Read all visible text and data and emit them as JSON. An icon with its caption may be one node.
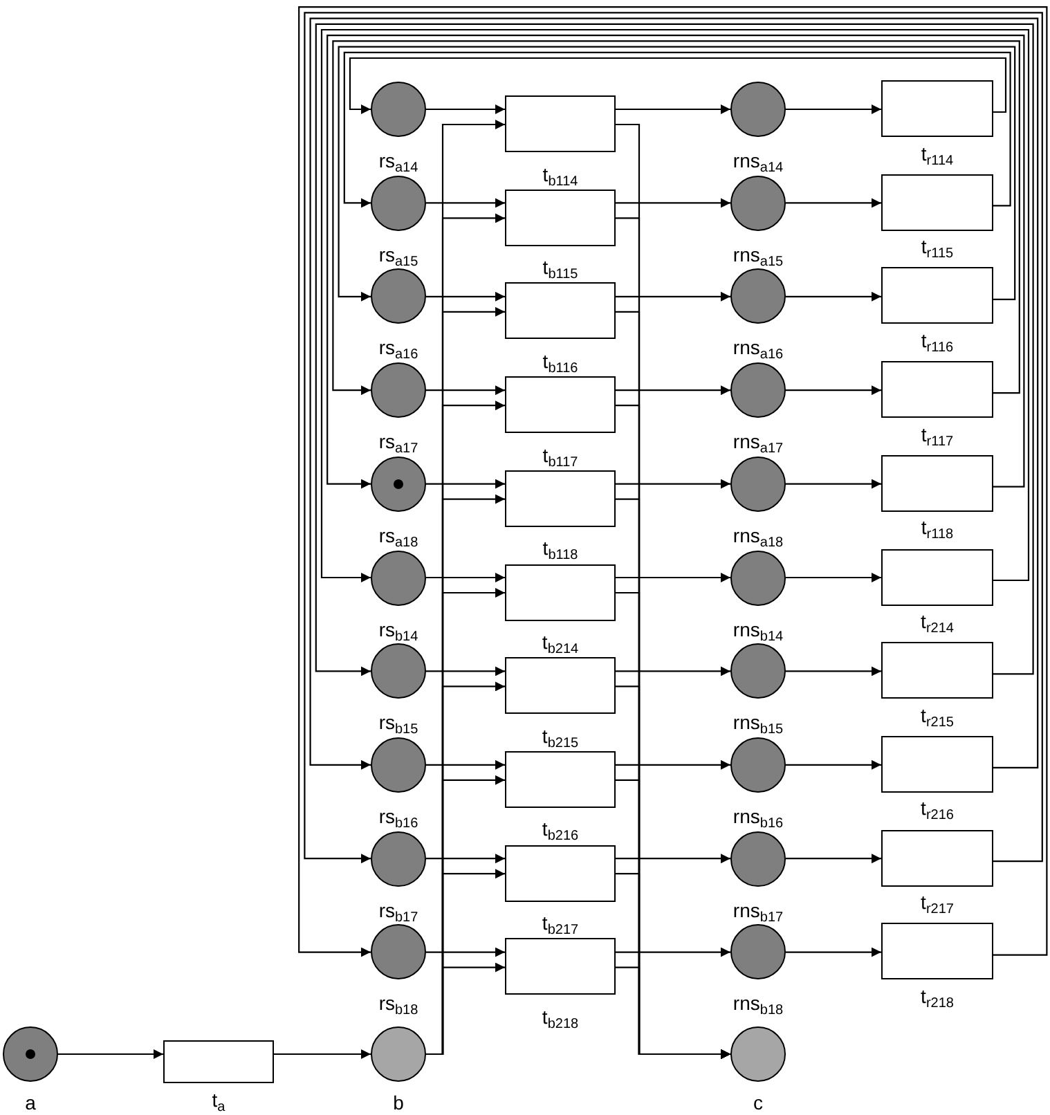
{
  "diagram": {
    "nodes": [
      {
        "text": [
          "rs$_{a14}$"
        ]
      },
      {
        "text": [
          "t$_{b114}$"
        ]
      },
      {
        "text": [
          "rns$_{a14}$"
        ]
      },
      {
        "text": [
          "t$_{r114}$"
        ]
      },
      {
        "text": [
          "rs$_{a15}$"
        ]
      },
      {
        "text": [
          "t$_{b115}$"
        ]
      },
      {
        "text": [
          "rns$_{a15}$"
        ]
      },
      {
        "text": [
          "t$_{r115}$"
        ]
      },
      {
        "text": [
          "rs$_{a16}$"
        ]
      },
      {
        "text": [
          "t$_{b116}$"
        ]
      },
      {
        "text": [
          "rns$_{a16}$"
        ]
      },
      {
        "text": [
          "t$_{r116}$"
        ]
      },
      {
        "text": [
          "rs$_{a17}$"
        ]
      },
      {
        "text": [
          "t$_{b117}$"
        ]
      },
      {
        "text": [
          "rns$_{a17}$"
        ]
      },
      {
        "text": [
          "t$_{r117}$"
        ]
      },
      {
        "text": [
          "rs$_{a18}$"
        ]
      },
      {
        "text": [
          "t$_{b118}$"
        ]
      },
      {
        "text": [
          "rns$_{a18}$"
        ]
      },
      {
        "text": [
          "t$_{r118}$"
        ]
      },
      {
        "text": [
          "rs$_{b14}$"
        ]
      },
      {
        "text": [
          "t$_{b214}$"
        ]
      },
      {
        "text": [
          "rns$_{b14}$"
        ]
      },
      {
        "text": [
          "t$_{r214}$"
        ]
      },
      {
        "text": [
          "rs$_{b15}$"
        ]
      },
      {
        "text": [
          "t$_{b215}$"
        ]
      },
      {
        "text": [
          "rns$_{b15}$"
        ]
      },
      {
        "text": [
          "t$_{r215}$"
        ]
      },
      {
        "text": [
          "rs$_{b16}$"
        ]
      },
      {
        "text": [
          "t$_{b216}$"
        ]
      },
      {
        "text": [
          "rns$_{b16}$"
        ]
      },
      {
        "text": [
          "t$_{r216}$"
        ]
      },
      {
        "text": [
          "rs$_{b17}$"
        ]
      },
      {
        "text": [
          "t$_{b217}$"
        ]
      },
      {
        "text": [
          "rns$_{b17}$"
        ]
      },
      {
        "text": [
          "t$_{r217}$"
        ]
      },
      {
        "text": [
          "rs$_{b18}$"
        ]
      },
      {
        "text": [
          "t$_{b218}$"
        ]
      },
      {
        "text": [
          "rns$_{b18}$"
        ]
      },
      {
        "text": [
          "t$_{r218}$"
        ]
      },
      {
        "text": [
          "a"
        ]
      },
      {
        "text": [
          "t$_{a}$"
        ]
      },
      {
        "text": [
          "b"
        ]
      },
      {
        "text": [
          "c"
        ]
      }
    ],
    "edges": [
      {
        "from": 0,
        "to": 1,
        "arrow": "to"
      },
      {
        "from": 42,
        "to": 1,
        "arrow": "to"
      },
      {
        "from": 1,
        "to": 2,
        "arrow": "to"
      },
      {
        "from": 1,
        "to": 43,
        "arrow": "to"
      },
      {
        "from": 2,
        "to": 3,
        "arrow": "to"
      },
      {
        "from": 3,
        "to": 0,
        "arrow": "to"
      },
      {
        "from": 4,
        "to": 5,
        "arrow": "to"
      },
      {
        "from": 42,
        "to": 5,
        "arrow": "to"
      },
      {
        "from": 5,
        "to": 6,
        "arrow": "to"
      },
      {
        "from": 5,
        "to": 43,
        "arrow": "to"
      },
      {
        "from": 6,
        "to": 7,
        "arrow": "to"
      },
      {
        "from": 7,
        "to": 4,
        "arrow": "to"
      },
      {
        "from": 8,
        "to": 9,
        "arrow": "to"
      },
      {
        "from": 42,
        "to": 9,
        "arrow": "to"
      },
      {
        "from": 9,
        "to": 10,
        "arrow": "to"
      },
      {
        "from": 9,
        "to": 43,
        "arrow": "to"
      },
      {
        "from": 10,
        "to": 11,
        "arrow": "to"
      },
      {
        "from": 11,
        "to": 8,
        "arrow": "to"
      },
      {
        "from": 12,
        "to": 13,
        "arrow": "to"
      },
      {
        "from": 42,
        "to": 13,
        "arrow": "to"
      },
      {
        "from": 13,
        "to": 14,
        "arrow": "to"
      },
      {
        "from": 13,
        "to": 43,
        "arrow": "to"
      },
      {
        "from": 14,
        "to": 15,
        "arrow": "to"
      },
      {
        "from": 15,
        "to": 12,
        "arrow": "to"
      },
      {
        "from": 16,
        "to": 17,
        "arrow": "to"
      },
      {
        "from": 42,
        "to": 17,
        "arrow": "to"
      },
      {
        "from": 17,
        "to": 18,
        "arrow": "to"
      },
      {
        "from": 17,
        "to": 43,
        "arrow": "to"
      },
      {
        "from": 18,
        "to": 19,
        "arrow": "to"
      },
      {
        "from": 19,
        "to": 16,
        "arrow": "to"
      },
      {
        "from": 20,
        "to": 21,
        "arrow": "to"
      },
      {
        "from": 42,
        "to": 21,
        "arrow": "to"
      },
      {
        "from": 21,
        "to": 22,
        "arrow": "to"
      },
      {
        "from": 21,
        "to": 43,
        "arrow": "to"
      },
      {
        "from": 22,
        "to": 23,
        "arrow": "to"
      },
      {
        "from": 23,
        "to": 20,
        "arrow": "to"
      },
      {
        "from": 24,
        "to": 25,
        "arrow": "to"
      },
      {
        "from": 42,
        "to": 25,
        "arrow": "to"
      },
      {
        "from": 25,
        "to": 26,
        "arrow": "to"
      },
      {
        "from": 25,
        "to": 43,
        "arrow": "to"
      },
      {
        "from": 26,
        "to": 27,
        "arrow": "to"
      },
      {
        "from": 27,
        "to": 24,
        "arrow": "to"
      },
      {
        "from": 28,
        "to": 29,
        "arrow": "to"
      },
      {
        "from": 42,
        "to": 29,
        "arrow": "to"
      },
      {
        "from": 29,
        "to": 30,
        "arrow": "to"
      },
      {
        "from": 29,
        "to": 43,
        "arrow": "to"
      },
      {
        "from": 30,
        "to": 31,
        "arrow": "to"
      },
      {
        "from": 31,
        "to": 28,
        "arrow": "to"
      },
      {
        "from": 32,
        "to": 33,
        "arrow": "to"
      },
      {
        "from": 42,
        "to": 33,
        "arrow": "to"
      },
      {
        "from": 33,
        "to": 34,
        "arrow": "to"
      },
      {
        "from": 33,
        "to": 43,
        "arrow": "to"
      },
      {
        "from": 34,
        "to": 35,
        "arrow": "to"
      },
      {
        "from": 35,
        "to": 32,
        "arrow": "to"
      },
      {
        "from": 36,
        "to": 37,
        "arrow": "to"
      },
      {
        "from": 42,
        "to": 37,
        "arrow": "to"
      },
      {
        "from": 37,
        "to": 38,
        "arrow": "to"
      },
      {
        "from": 37,
        "to": 43,
        "arrow": "to"
      },
      {
        "from": 38,
        "to": 39,
        "arrow": "to"
      },
      {
        "from": 39,
        "to": 36,
        "arrow": "to"
      },
      {
        "from": 40,
        "to": 41,
        "arrow": "to"
      },
      {
        "from": 41,
        "to": 42,
        "arrow": "to"
      }
    ]
  }
}
